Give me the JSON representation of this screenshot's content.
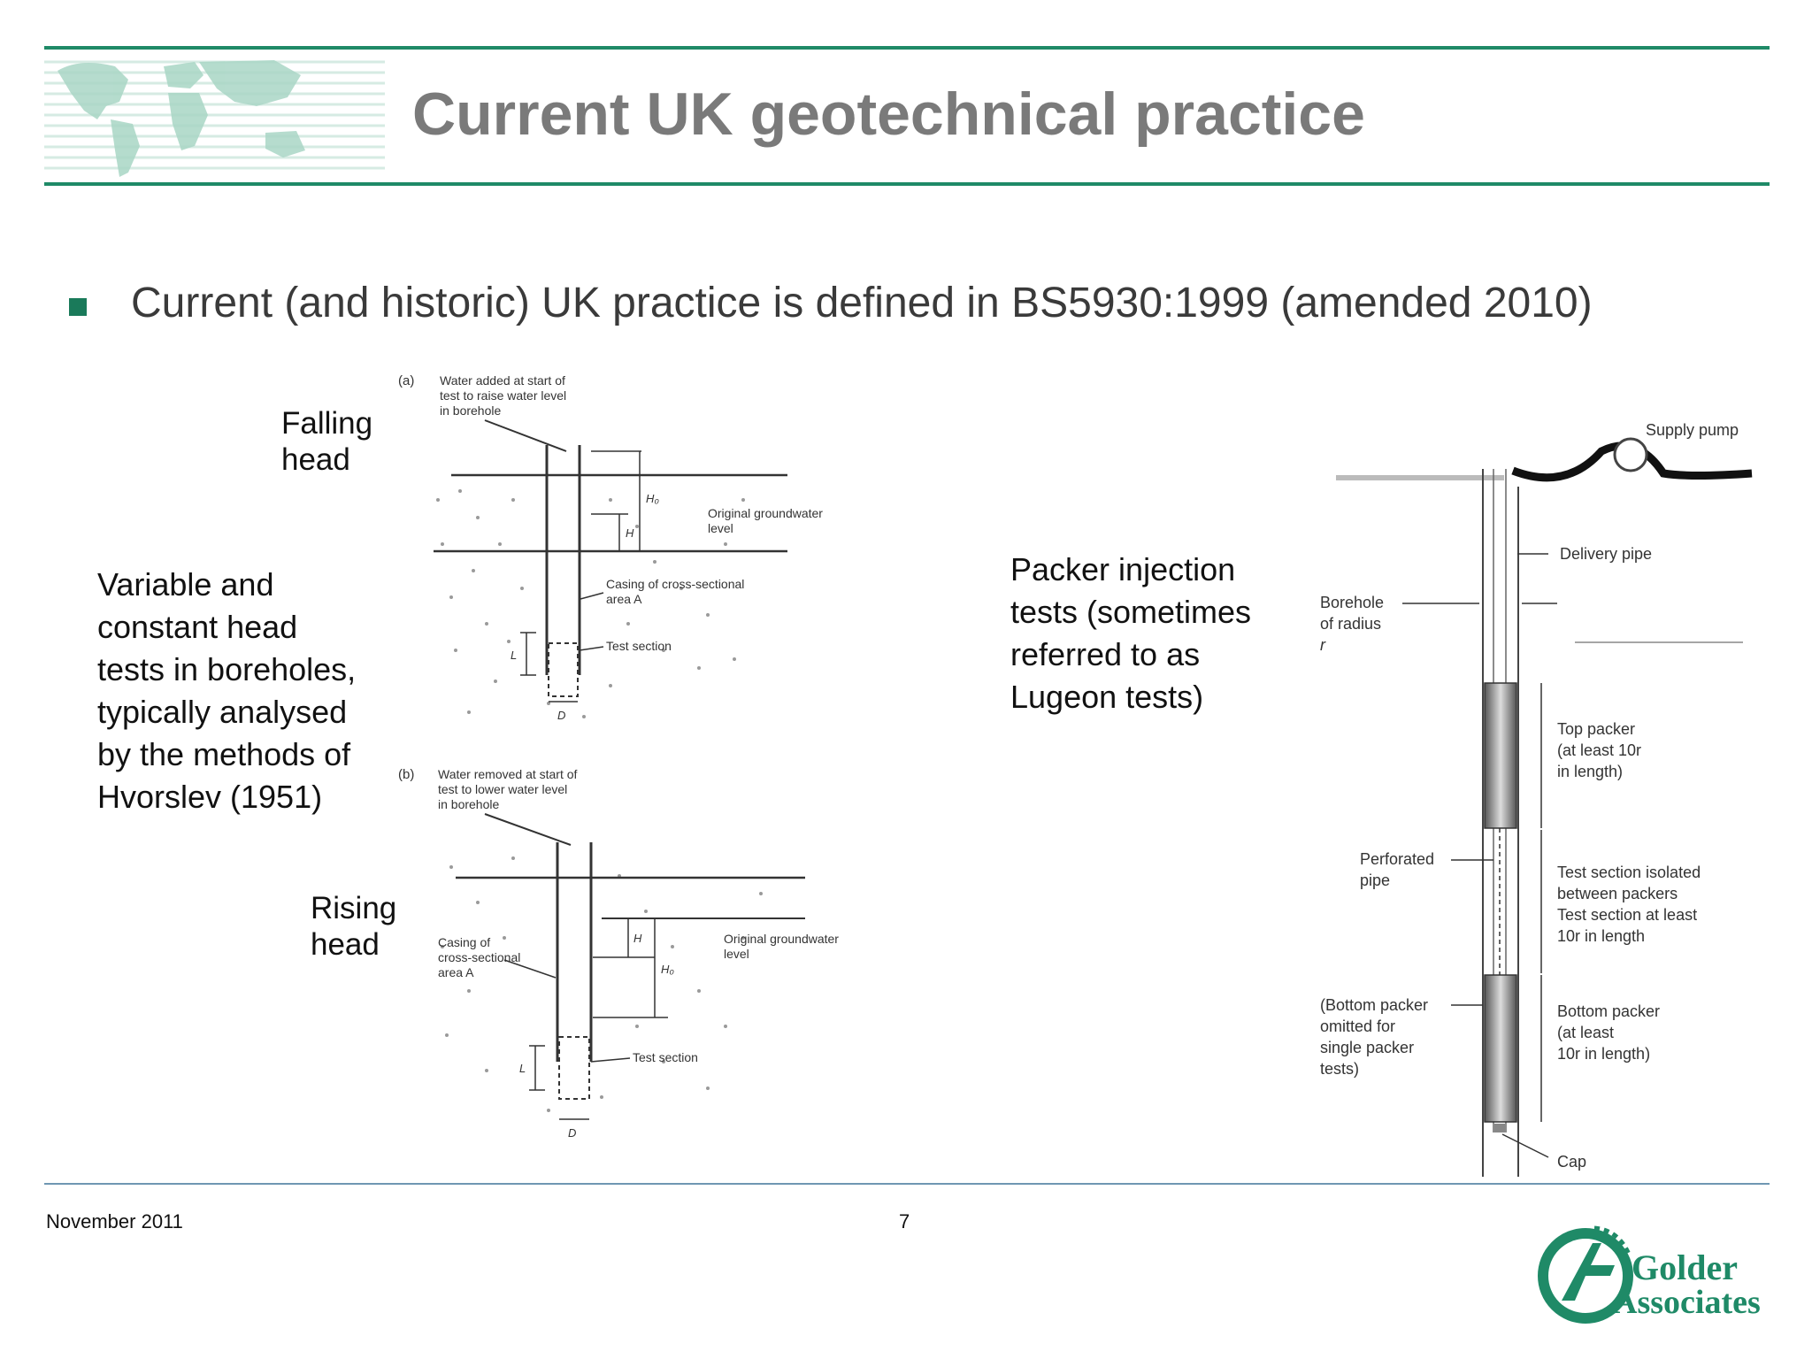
{
  "header": {
    "title": "Current UK geotechnical practice"
  },
  "bullet": {
    "text": "Current (and historic) UK practice is defined in BS5930:1999 (amended 2010)"
  },
  "labels": {
    "falling": [
      "Falling",
      "head"
    ],
    "rising": [
      "Rising",
      "head"
    ],
    "variable": [
      "Variable and",
      "constant head",
      "tests in boreholes,",
      "typically analysed",
      "by the methods of",
      "Hvorslev (1951)"
    ],
    "packer": [
      "Packer injection",
      "tests (sometimes",
      "referred to as",
      "Lugeon tests)"
    ]
  },
  "diagram_a": {
    "panel": "(a)",
    "note": [
      "Water added at start of",
      "test to raise water level",
      "in borehole"
    ],
    "h0": "H₀",
    "h": "H",
    "groundwater": [
      "Original groundwater",
      "level"
    ],
    "casing": [
      "Casing of cross-sectional",
      "area A"
    ],
    "test_section": "Test section",
    "l": "L",
    "d": "D"
  },
  "diagram_b": {
    "panel": "(b)",
    "note": [
      "Water removed at start of",
      "test to lower water level",
      "in borehole"
    ],
    "h": "H",
    "h0": "H₀",
    "groundwater": [
      "Original groundwater",
      "level"
    ],
    "casing": [
      "Casing of",
      "cross-sectional",
      "area A"
    ],
    "test_section": "Test section",
    "l": "L",
    "d": "D"
  },
  "packer_diagram": {
    "supply_pump": "Supply pump",
    "delivery_pipe": "Delivery pipe",
    "borehole": [
      "Borehole",
      "of radius",
      "r"
    ],
    "top_packer": [
      "Top packer",
      "(at least 10r",
      "in length)"
    ],
    "perforated": [
      "Perforated",
      "pipe"
    ],
    "test_section": [
      "Test section isolated",
      "between packers",
      "Test section at least",
      "10r in length"
    ],
    "bottom_note": [
      "(Bottom packer",
      "omitted for",
      "single packer",
      "tests)"
    ],
    "bottom_packer": [
      "Bottom packer",
      "(at least",
      "10r in length)"
    ],
    "cap": "Cap"
  },
  "footer": {
    "date": "November 2011",
    "page": "7"
  },
  "logo": {
    "line1": "Golder",
    "line2": "Associates"
  },
  "colors": {
    "accent_green": "#1f8a67",
    "title_grey": "#7a7a7a",
    "footer_rule": "#6f97b2"
  }
}
